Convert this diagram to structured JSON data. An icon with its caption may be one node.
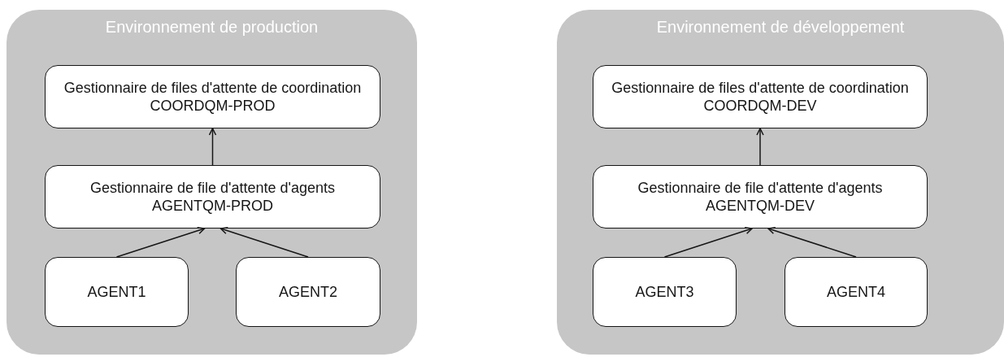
{
  "diagram": {
    "nodes": [
      {
        "text": [
          "Environnement de production"
        ]
      },
      {
        "text": [
          "Gestionnaire de files d'attente de coordination",
          "COORDQM-PROD"
        ],
        "in": 0
      },
      {
        "text": [
          "Gestionnaire de file d'attente d'agents",
          "AGENTQM-PROD"
        ],
        "in": 0
      },
      {
        "text": [
          "AGENT1"
        ],
        "in": 0
      },
      {
        "text": [
          "AGENT2"
        ],
        "in": 0
      },
      {
        "text": [
          "Environnement de développement"
        ]
      },
      {
        "text": [
          "Gestionnaire de files d'attente de coordination",
          "COORDQM-DEV"
        ],
        "in": 5
      },
      {
        "text": [
          "Gestionnaire de file d'attente d'agents",
          "AGENTQM-DEV"
        ],
        "in": 5
      },
      {
        "text": [
          "AGENT3"
        ],
        "in": 5
      },
      {
        "text": [
          "AGENT4"
        ],
        "in": 5
      }
    ],
    "edges": [
      {
        "from": 2,
        "to": 1,
        "arrow": "to"
      },
      {
        "from": 3,
        "to": 2,
        "arrow": "to"
      },
      {
        "from": 4,
        "to": 2,
        "arrow": "to"
      },
      {
        "from": 7,
        "to": 6,
        "arrow": "to"
      },
      {
        "from": 8,
        "to": 7,
        "arrow": "to"
      },
      {
        "from": 9,
        "to": 7,
        "arrow": "to"
      }
    ]
  }
}
